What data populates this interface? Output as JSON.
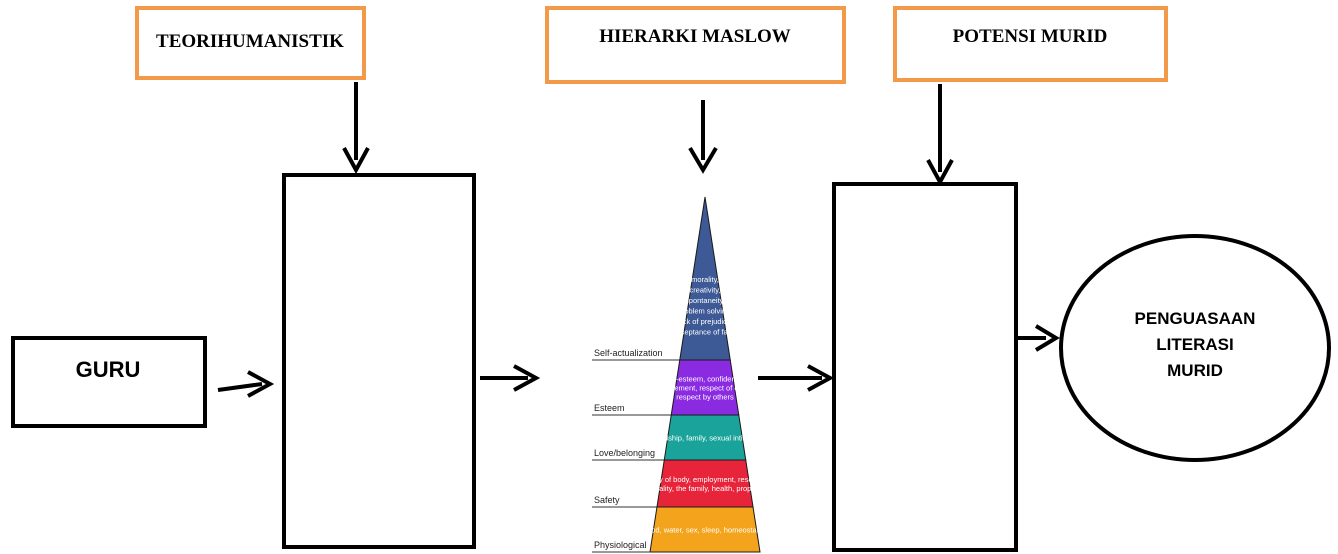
{
  "top_boxes": {
    "teori": "TEORIHUMANISTIK",
    "maslow": "HIERARKI MASLOW",
    "potensi": "POTENSI MURID"
  },
  "guru_label": "GURU",
  "outcome": {
    "line1": "PENGUASAAN",
    "line2": "LITERASI",
    "line3": "MURID"
  },
  "pyramid": {
    "tiers": [
      {
        "level": "Self-actualization",
        "color": "#3d5a96",
        "lines": [
          "morality,",
          "creativity,",
          "spontaneity,",
          "problem solving,",
          "lack of prejudice,",
          "acceptance of facts"
        ]
      },
      {
        "level": "Esteem",
        "color": "#8a2be2",
        "lines": [
          "self-esteem, confidence,",
          "achievement, respect of others,",
          "respect by others"
        ]
      },
      {
        "level": "Love/belonging",
        "color": "#1aa39a",
        "lines": [
          "friendship, family, sexual intimacy"
        ]
      },
      {
        "level": "Safety",
        "color": "#e8243a",
        "lines": [
          "security of body, employment, resources,",
          "morality, the family, health, property"
        ]
      },
      {
        "level": "Physiological",
        "color": "#f4a41c",
        "lines": [
          "breathing, food, water, sex, sleep, homeostasis, excretion"
        ]
      }
    ]
  },
  "colors": {
    "orange_border": "#f39a4a",
    "black": "#000000"
  }
}
